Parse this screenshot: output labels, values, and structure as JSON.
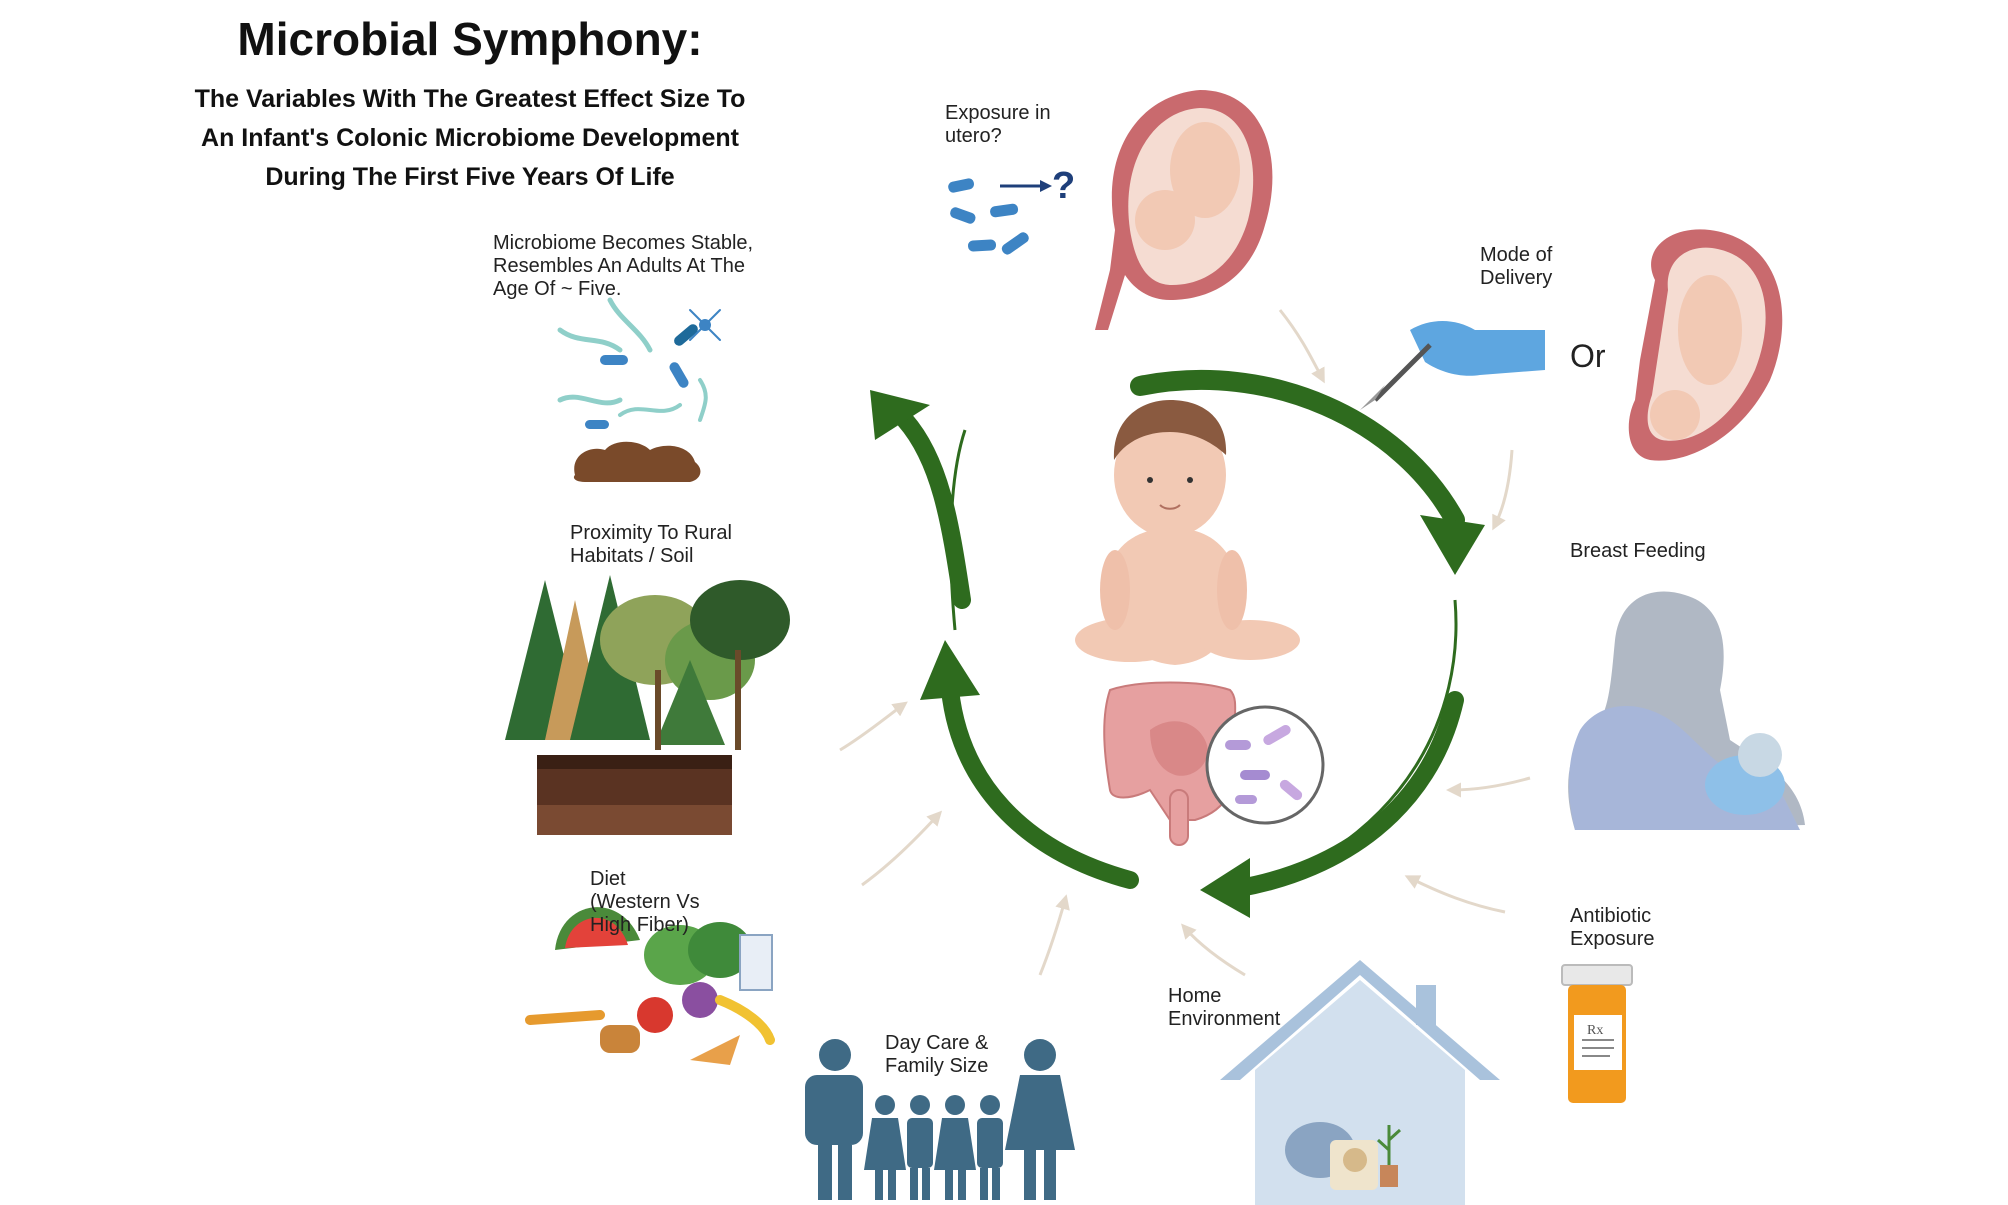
{
  "title": "Microbial Symphony:",
  "subtitle_lines": [
    "The Variables With The Greatest Effect Size To",
    "An Infant's Colonic Microbiome Development",
    "During The First Five Years Of Life"
  ],
  "labels": {
    "utero": [
      "Exposure in",
      "utero?"
    ],
    "delivery": [
      "Mode of",
      "Delivery"
    ],
    "or": "Or",
    "breast": [
      "Breast Feeding"
    ],
    "antibiotic": [
      "Antibiotic",
      "Exposure"
    ],
    "home": [
      "Home",
      "Environment"
    ],
    "daycare": [
      "Day Care &",
      "Family Size"
    ],
    "diet": [
      "Diet",
      "(Western Vs",
      "High Fiber)"
    ],
    "rural": [
      "Proximity To Rural",
      "Habitats / Soil"
    ],
    "stable": [
      "Microbiome Becomes Stable,",
      "Resembles An Adults At The",
      "Age Of ~ Five."
    ]
  },
  "colors": {
    "cycle_arrow": "#2e6b1e",
    "feeder_arrow": "#e6dccf",
    "skin": "#f2c9b4",
    "uterus": "#c96a6e",
    "figure_blue": "#3f6a85",
    "glove_blue": "#5ea6e0",
    "house_blue": "#a9c2dc",
    "pill_orange": "#f29a1e",
    "soil_brown": "#5a3322",
    "tree_green": "#2f6b33",
    "bacteria_blue": "#3d84c4",
    "gut_pink": "#e6a0a0"
  },
  "icons": [
    "bacteria-icon",
    "question-mark-icon",
    "fetus-icon",
    "scalpel-hand-icon",
    "baby-icon",
    "intestine-icon",
    "microscope-bacteria-icon",
    "breastfeeding-mother-icon",
    "pill-bottle-icon",
    "house-icon",
    "family-icon",
    "food-icon",
    "forest-icon",
    "soil-icon",
    "stool-icon"
  ]
}
